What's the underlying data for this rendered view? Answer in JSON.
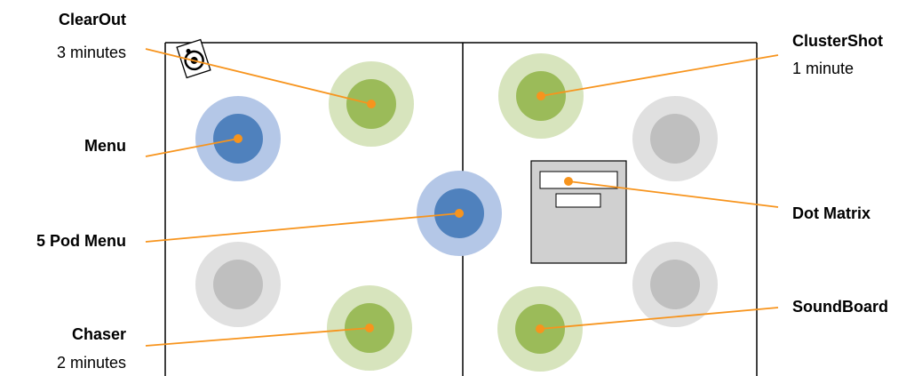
{
  "colors": {
    "leader": "#f7941d",
    "dot": "#f7941d",
    "green_outer": "#d7e4bd",
    "green_inner": "#9bbb59",
    "blue_outer": "#b4c7e7",
    "blue_inner": "#4f81bd",
    "gray_outer": "#e0e0e0",
    "gray_inner": "#bfbfbf",
    "board_fill": "#d0d0d0"
  },
  "labels": {
    "clearout": {
      "title": "ClearOut",
      "sub": "3 minutes"
    },
    "menu": {
      "title": "Menu"
    },
    "five_pod_menu": {
      "title": "5 Pod Menu"
    },
    "chaser": {
      "title": "Chaser",
      "sub": "2 minutes"
    },
    "clustershot": {
      "title": "ClusterShot",
      "sub": "1 minute"
    },
    "dot_matrix": {
      "title": "Dot Matrix"
    },
    "soundboard": {
      "title": "SoundBoard"
    }
  },
  "pods": [
    {
      "id": "pod-clearout",
      "color": "green",
      "callout": true
    },
    {
      "id": "pod-menu",
      "color": "blue",
      "callout": true
    },
    {
      "id": "pod-5-pod-menu",
      "color": "blue",
      "callout": true
    },
    {
      "id": "pod-chaser",
      "color": "green",
      "callout": true
    },
    {
      "id": "pod-left-gray",
      "color": "gray",
      "callout": false
    },
    {
      "id": "pod-clustershot",
      "color": "green",
      "callout": true
    },
    {
      "id": "pod-right-top-gray",
      "color": "gray",
      "callout": false
    },
    {
      "id": "pod-right-bottom-gray",
      "color": "gray",
      "callout": false
    },
    {
      "id": "pod-soundboard",
      "color": "green",
      "callout": true
    }
  ],
  "icons": {
    "logo": "wheelchair-accessibility-icon"
  }
}
